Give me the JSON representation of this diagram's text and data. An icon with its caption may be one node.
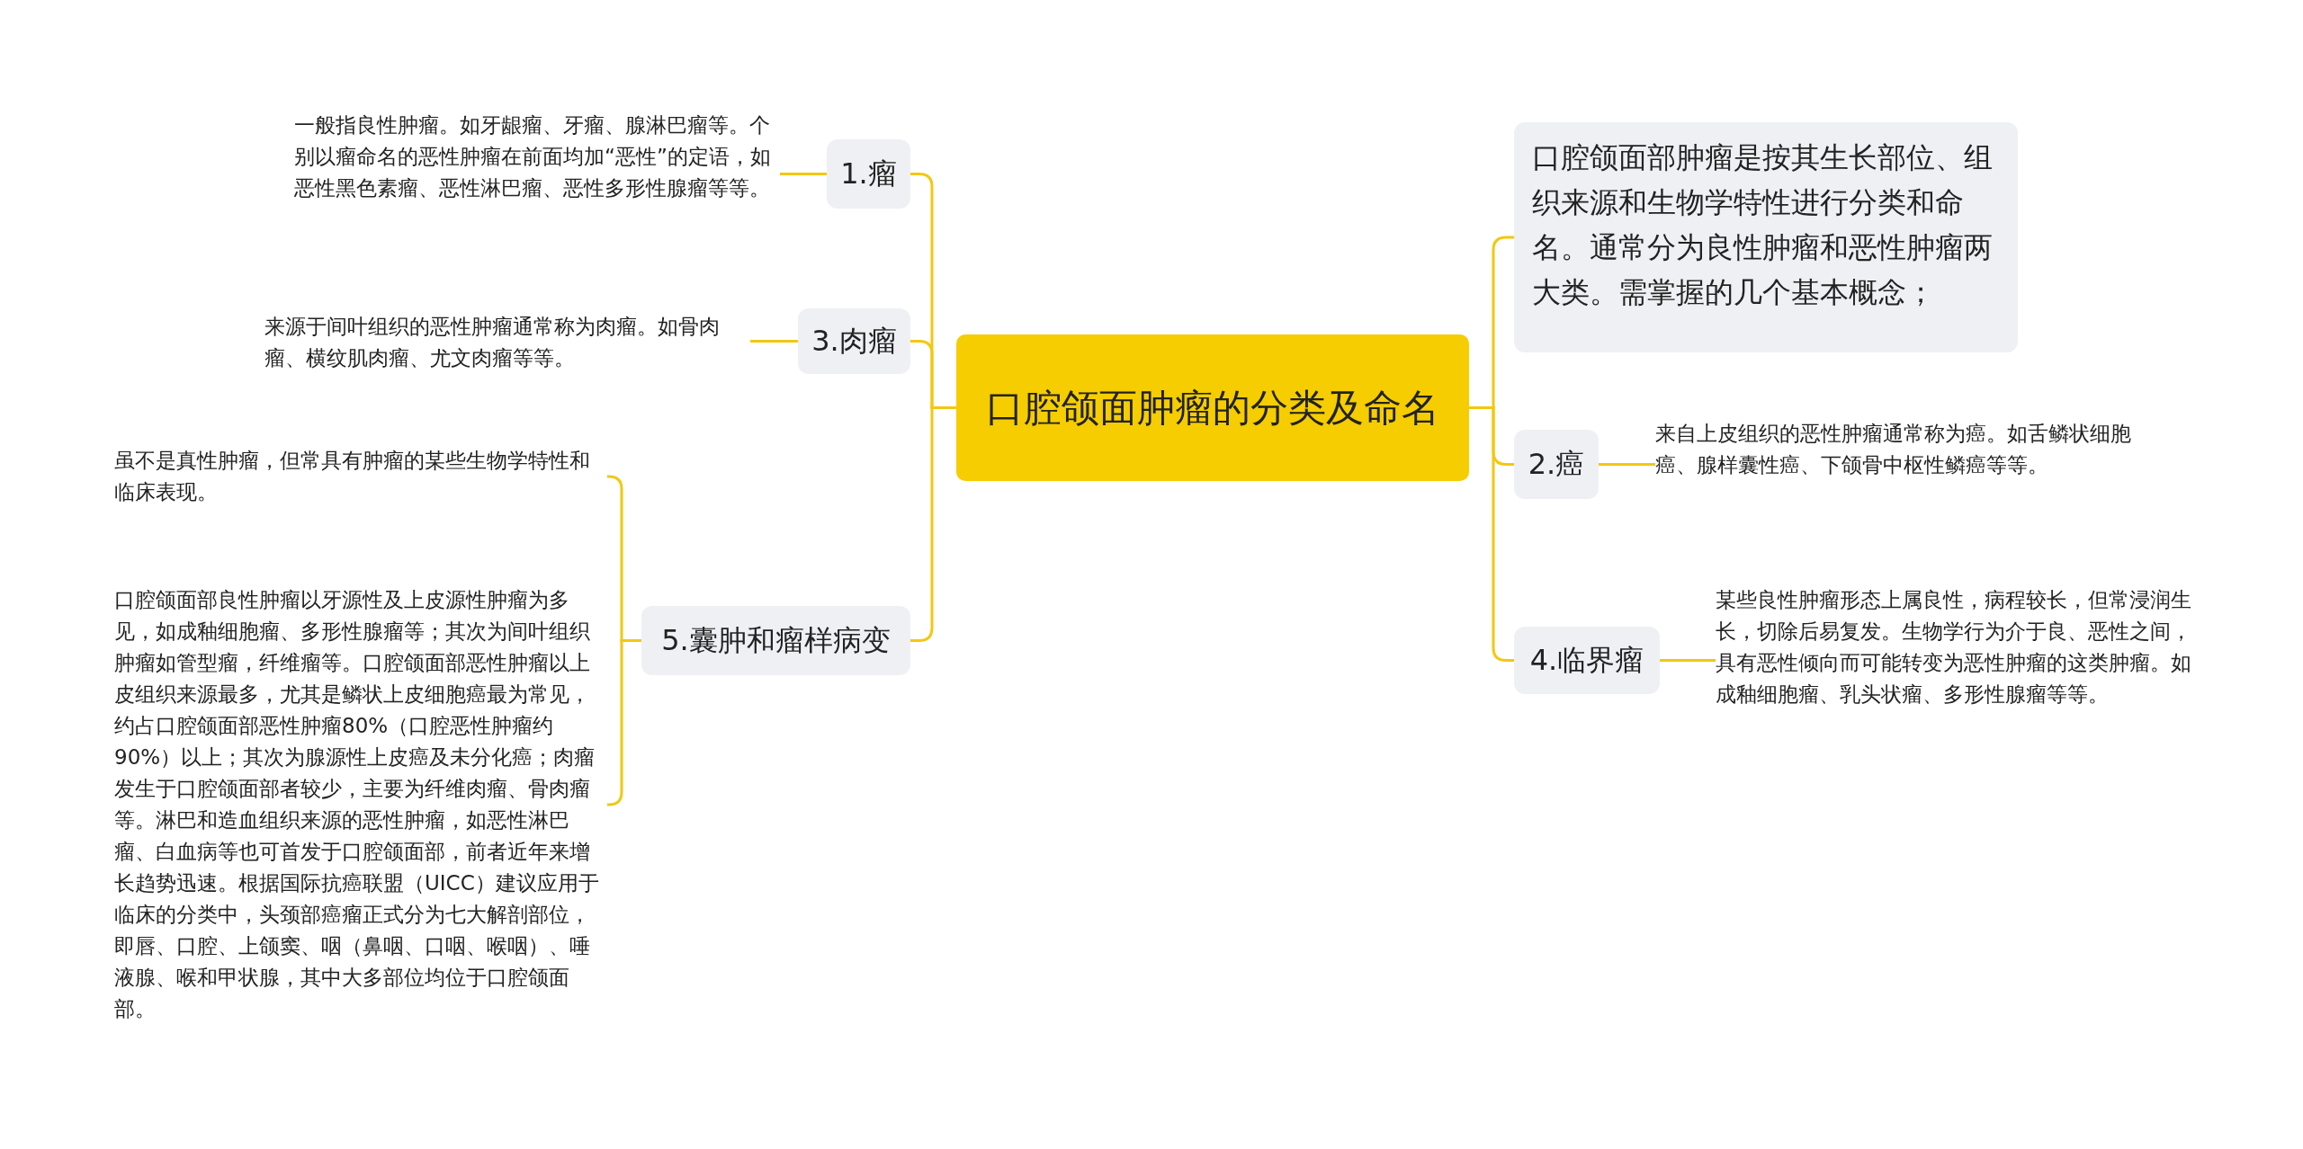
{
  "diagram": {
    "nodes": [
      {
        "text": [
          "口腔颌面肿瘤的分类及命名"
        ]
      },
      {
        "text": [
          "口腔颌面部肿瘤是按其生长部位、组织来源和生物学特性进行分类和命名。通常分为良性肿瘤和恶性肿瘤两大类。需掌握的几个基本概念；"
        ]
      },
      {
        "text": [
          "2.癌"
        ]
      },
      {
        "text": [
          "来自上皮组织的恶性肿瘤通常称为癌。如舌鳞状细胞癌、腺样囊性癌、下颌骨中枢性鳞癌等等。"
        ]
      },
      {
        "text": [
          "4.临界瘤"
        ]
      },
      {
        "text": [
          "某些良性肿瘤形态上属良性，病程较长，但常浸润生长，切除后易复发。生物学行为介于良、恶性之间，具有恶性倾向而可能转变为恶性肿瘤的这类肿瘤。如成釉细胞瘤、乳头状瘤、多形性腺瘤等等。"
        ]
      },
      {
        "text": [
          "1.瘤"
        ]
      },
      {
        "text": [
          "一般指良性肿瘤。如牙龈瘤、牙瘤、腺淋巴瘤等。个别以瘤命名的恶性肿瘤在前面均加“恶性”的定语，如恶性黑色素瘤、恶性淋巴瘤、恶性多形性腺瘤等等。"
        ]
      },
      {
        "text": [
          "3.肉瘤"
        ]
      },
      {
        "text": [
          "来源于间叶组织的恶性肿瘤通常称为肉瘤。如骨肉瘤、横纹肌肉瘤、尤文肉瘤等等。"
        ]
      },
      {
        "text": [
          "5.囊肿和瘤样病变"
        ]
      },
      {
        "text": [
          "虽不是真性肿瘤，但常具有肿瘤的某些生物学特性和临床表现。"
        ]
      },
      {
        "text": [
          "口腔颌面部良性肿瘤以牙源性及上皮源性肿瘤为多见，如成釉细胞瘤、多形性腺瘤等；其次为间叶组织肿瘤如管型瘤，纤维瘤等。口腔颌面部恶性肿瘤以上皮组织来源最多，尤其是鳞状上皮细胞癌最为常见，约占口腔颌面部恶性肿瘤80%（口腔恶性肿瘤约90%）以上；其次为腺源性上皮癌及未分化癌；肉瘤发生于口腔颌面部者较少，主要为纤维肉瘤、骨肉瘤等。淋巴和造血组织来源的恶性肿瘤，如恶性淋巴瘤、白血病等也可首发于口腔颌面部，前者近年来增长趋势迅速。根据国际抗癌联盟（UICC）建议应用于临床的分类中，头颈部癌瘤正式分为七大解剖部位，即唇、口腔、上颌窦、咽（鼻咽、口咽、喉咽）、唾液腺、喉和甲状腺，其中大多部位均位于口腔颌面部。"
        ]
      }
    ],
    "edges": [
      {
        "from": 0,
        "to": 1,
        "arrow": "none"
      },
      {
        "from": 0,
        "to": 2,
        "arrow": "none"
      },
      {
        "from": 2,
        "to": 3,
        "arrow": "none"
      },
      {
        "from": 0,
        "to": 4,
        "arrow": "none"
      },
      {
        "from": 4,
        "to": 5,
        "arrow": "none"
      },
      {
        "from": 0,
        "to": 6,
        "arrow": "none"
      },
      {
        "from": 6,
        "to": 7,
        "arrow": "none"
      },
      {
        "from": 0,
        "to": 8,
        "arrow": "none"
      },
      {
        "from": 8,
        "to": 9,
        "arrow": "none"
      },
      {
        "from": 0,
        "to": 10,
        "arrow": "none"
      },
      {
        "from": 10,
        "to": 11,
        "arrow": "none"
      },
      {
        "from": 10,
        "to": 12,
        "arrow": "none"
      }
    ]
  }
}
